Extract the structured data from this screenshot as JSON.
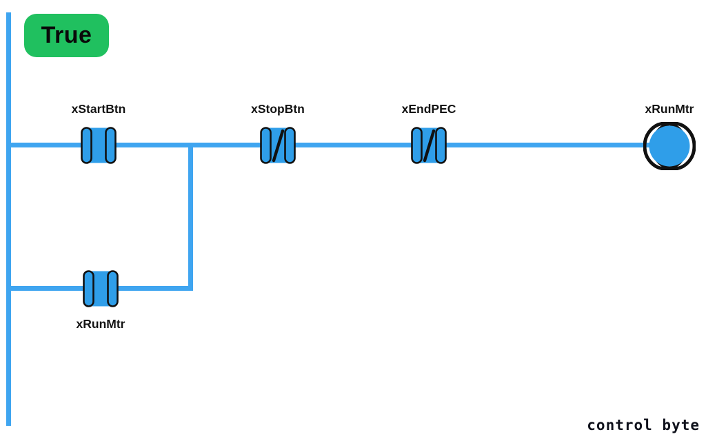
{
  "status_badge": {
    "label": "True"
  },
  "ladder": {
    "rung1": {
      "start_contact": {
        "label": "xStartBtn",
        "type": "normally-open-contact"
      },
      "stop_contact": {
        "label": "xStopBtn",
        "type": "normally-closed-contact"
      },
      "endpec_contact": {
        "label": "xEndPEC",
        "type": "normally-closed-contact"
      },
      "output_coil": {
        "label": "xRunMtr",
        "type": "output-coil"
      }
    },
    "branch": {
      "seal_in_contact": {
        "label": "xRunMtr",
        "type": "normally-open-contact"
      }
    }
  },
  "footer": {
    "brand": "control byte"
  },
  "colors": {
    "wire_blue": "#3fa5f0",
    "symbol_fill_blue": "#2f9ee9",
    "symbol_stroke_black": "#111111",
    "badge_green": "#20c05f",
    "label_text": "#141414",
    "brand_text": "#10121c",
    "background": "#ffffff"
  }
}
